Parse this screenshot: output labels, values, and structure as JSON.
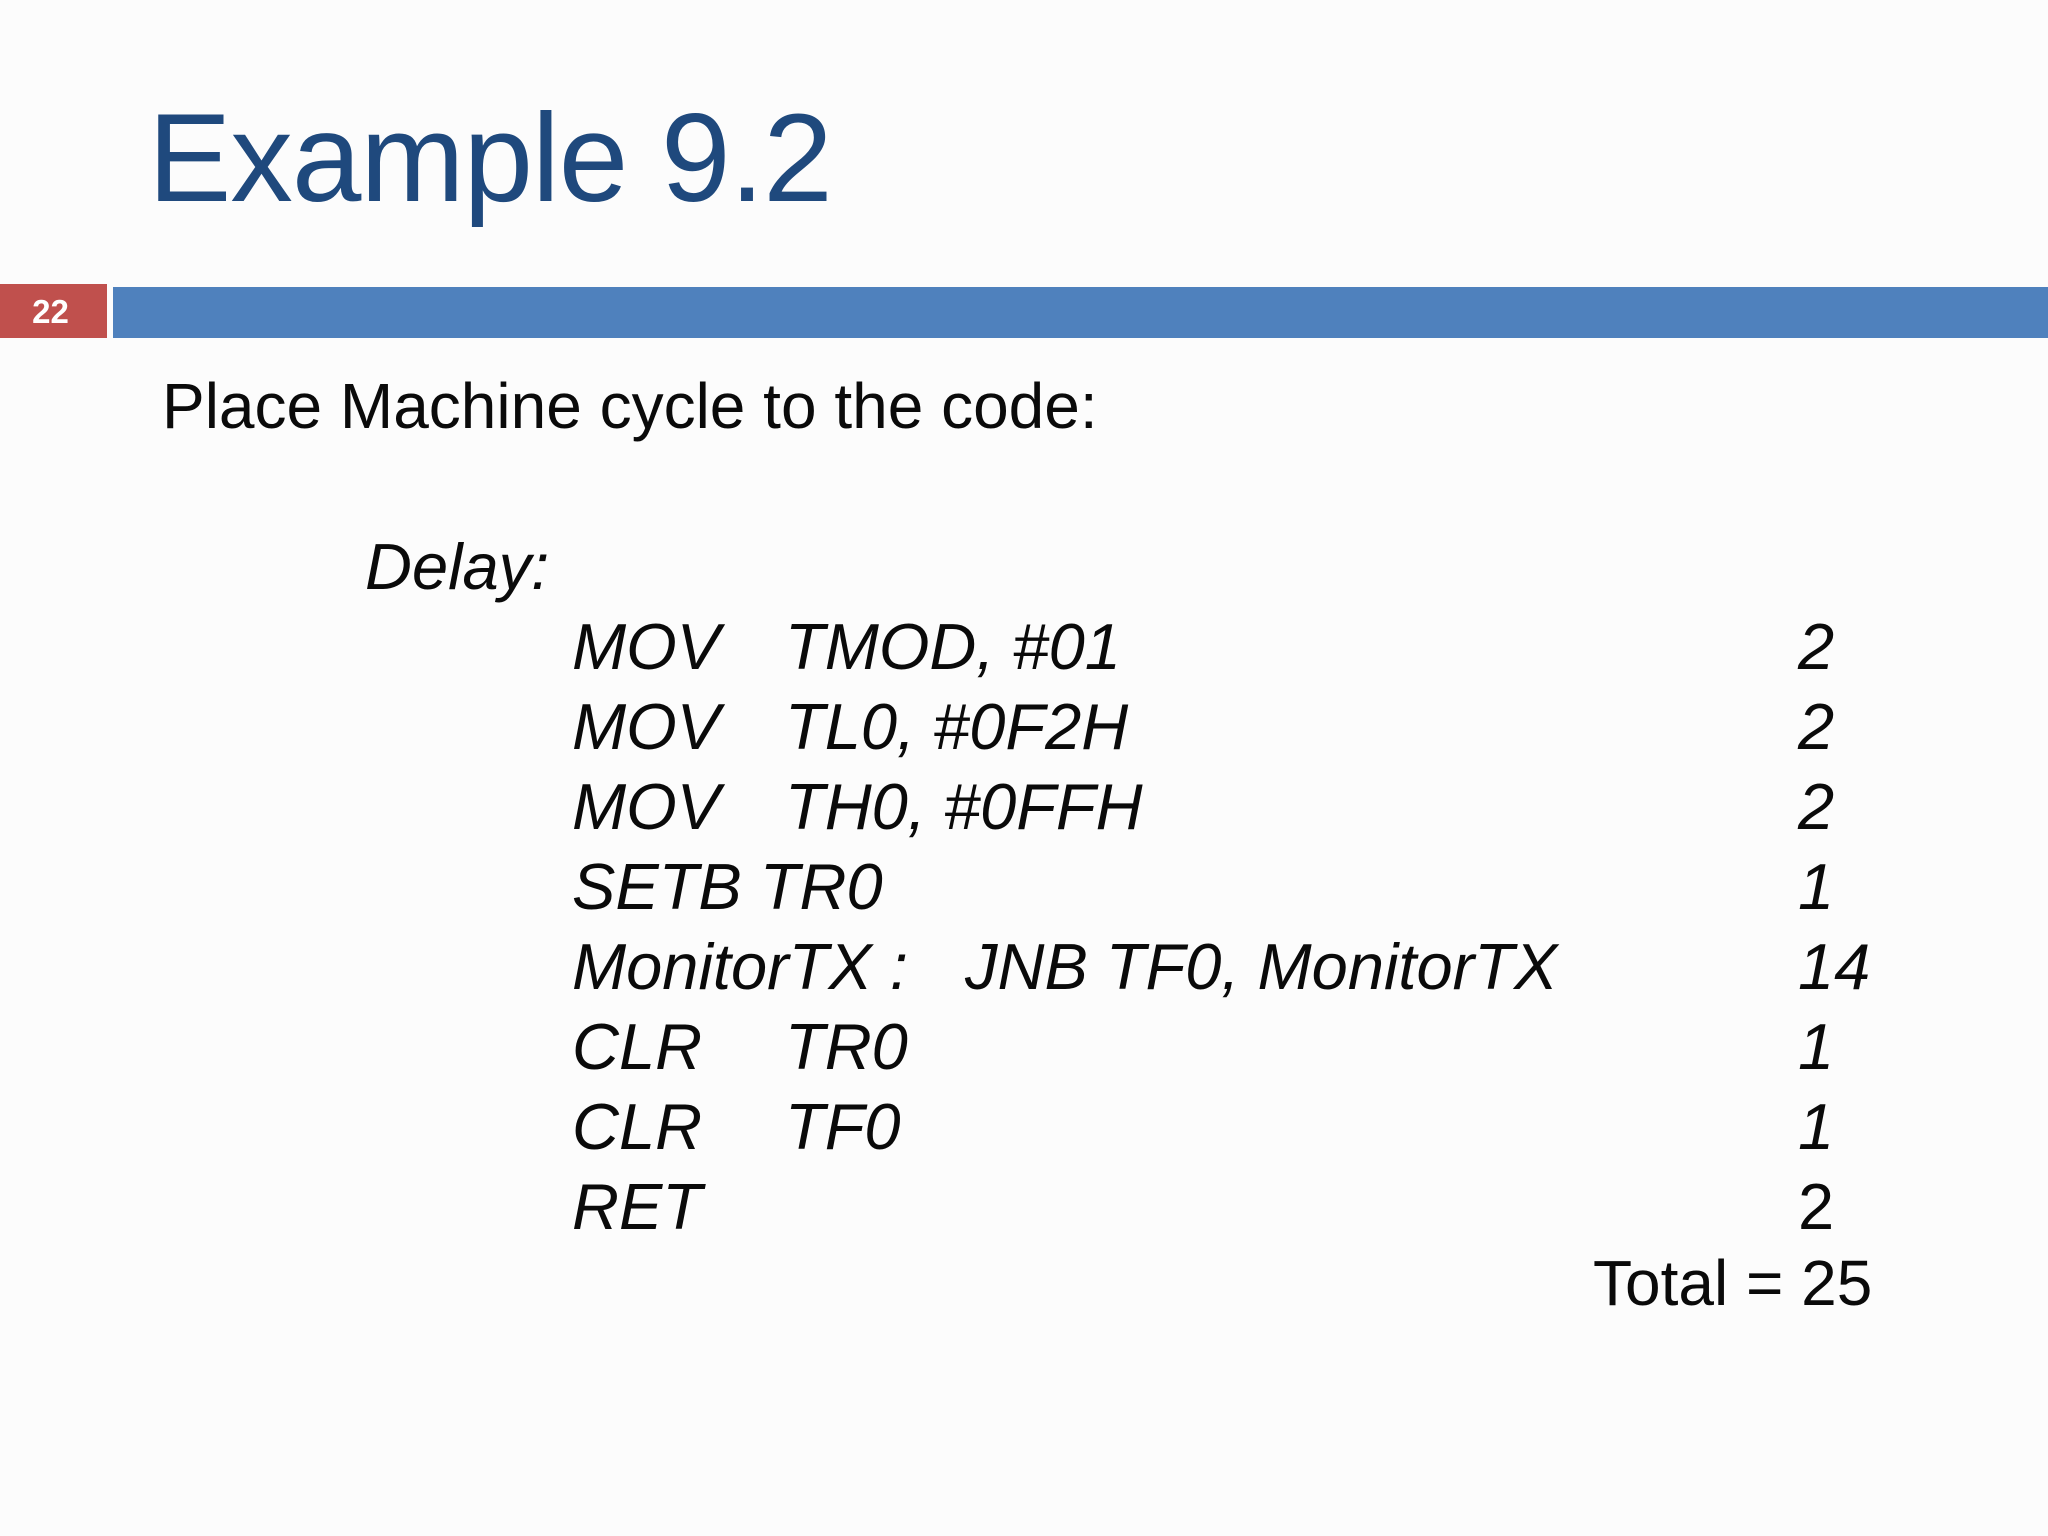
{
  "slide": {
    "title": "Example 9.2",
    "page_number": "22",
    "intro": "Place Machine cycle to the code:",
    "code": {
      "label": "Delay:",
      "lines": [
        {
          "instr": "MOV",
          "operand": "TMOD, #01",
          "cycles": "2"
        },
        {
          "instr": "MOV",
          "operand": "TL0, #0F2H",
          "cycles": "2"
        },
        {
          "instr": "MOV",
          "operand": "TH0, #0FFH",
          "cycles": "2"
        },
        {
          "instr": "SETB TR0",
          "operand": "",
          "cycles": "1"
        },
        {
          "instr": "MonitorTX :",
          "operand": "JNB TF0, MonitorTX",
          "cycles": "14"
        },
        {
          "instr": "CLR",
          "operand": "TR0",
          "cycles": "1"
        },
        {
          "instr": "CLR",
          "operand": "TF0",
          "cycles": "1"
        },
        {
          "instr": "RET",
          "operand": "",
          "cycles": "2"
        }
      ],
      "total": "Total = 25"
    },
    "colors": {
      "title_text": "#1F497D",
      "page_badge": "#C0504D",
      "accent_bar": "#4F81BD",
      "body_text": "#0a0a0a",
      "background": "#fcfcfc"
    }
  }
}
